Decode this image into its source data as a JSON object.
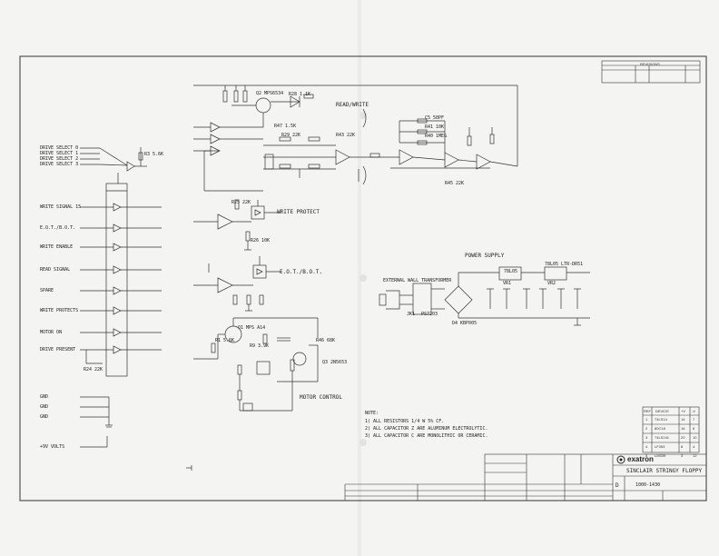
{
  "title_block": {
    "company": "exatron",
    "title": "SINCLAIR STRINGY FLOPPY",
    "size": "D",
    "drawing_no": "1000-1430",
    "revisions_header": "REVISIONS"
  },
  "sections": {
    "read_write": "READ/WRITE",
    "write_protect": "WRITE PROTECT",
    "eot_bot": "E.O.T./B.O.T.",
    "motor_control": "MOTOR CONTROL",
    "power_supply": "POWER SUPPLY"
  },
  "interface_signals": [
    {
      "label": "DRIVE SELECT 0"
    },
    {
      "label": "DRIVE SELECT 1"
    },
    {
      "label": "DRIVE SELECT 2"
    },
    {
      "label": "DRIVE SELECT 3"
    },
    {
      "label": "WRITE SIGNAL 15"
    },
    {
      "label": "E.O.T./B.O.T."
    },
    {
      "label": "WRITE ENABLE"
    },
    {
      "label": "READ SIGNAL"
    },
    {
      "label": "SPARE"
    },
    {
      "label": "WRITE PROTECTS"
    },
    {
      "label": "MOTOR ON"
    },
    {
      "label": "DRIVE PRESENT"
    },
    {
      "label": "GND"
    },
    {
      "label": "GND"
    },
    {
      "label": "GND"
    },
    {
      "label": "+9V VOLTS"
    }
  ],
  "power_supply": {
    "ext_transformer": "EXTERNAL WALL TRANSFORMER",
    "plug_ref": "JK1",
    "plug_type": "PS7203",
    "bridge": "D4 KBP005",
    "reg1": "VR1",
    "reg1_type": "78L05",
    "reg2": "VR2",
    "reg2_type": "78L05 LTR-DR51"
  },
  "notes": [
    "NOTE:",
    "1) ALL RESISTORS 1/4 W 5% CF.",
    "2) ALL CAPACITOR Z ARE ALUMINUM ELECTROLYTIC.",
    "3) ALL CAPACITOR C ARE MONOLITHIC OR CERAMIC."
  ],
  "ic_table": {
    "headers": [
      "REF",
      "DEVICE",
      "+V",
      "-V"
    ],
    "rows": [
      [
        "1",
        "74LS14",
        "14",
        "7"
      ],
      [
        "2",
        "80C18",
        "16",
        "8"
      ],
      [
        "3",
        "74LS241",
        "20",
        "10"
      ],
      [
        "4",
        "LF353",
        "8",
        "4"
      ],
      [
        "5",
        "LM339",
        "3",
        "12"
      ]
    ]
  },
  "component_labels": {
    "q2": "Q2 MPS6534",
    "q1": "Q1 MPS A14",
    "q3": "Q3 2N5653",
    "r28": "R28 1.1K",
    "r47": "R47 1.5K",
    "r3": "R3 5.6K",
    "r29": "R29 22K",
    "r25": "R25 22K",
    "r26": "R26 10K",
    "r43": "R43 22K",
    "r24": "R24 22K",
    "c5": "C5 50PF",
    "r41": "R41 10K",
    "r40": "R40 1MEG",
    "r1": "R1 5.6K",
    "r9": "R9 3.9K",
    "r45": "R45 22K",
    "r46": "R46 68K"
  }
}
